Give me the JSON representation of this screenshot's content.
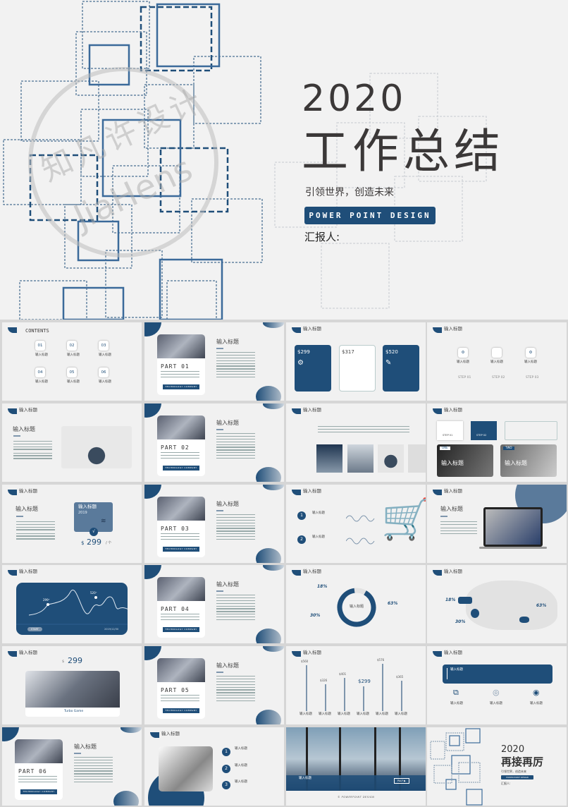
{
  "cover": {
    "year": "2020",
    "title": "工作总结",
    "subtitle": "引领世界，创造未来",
    "badge": "POWER POINT DESIGN",
    "reporter": "汇报人:"
  },
  "watermark": {
    "line1": "知凡许设计",
    "line2": "JiaHens"
  },
  "slide_header": "输入标题",
  "placeholder_title": "输入标题",
  "contents": {
    "title": "CONTENTS",
    "items": [
      "01",
      "02",
      "03",
      "04",
      "05",
      "06"
    ]
  },
  "parts": [
    "PART 01",
    "PART 02",
    "PART 03",
    "PART 04",
    "PART 05",
    "PART 06"
  ],
  "part_button": "TECHNOLOGY COMPANY",
  "pricing": {
    "prices": [
      "$299",
      "$317",
      "$520"
    ]
  },
  "steps": [
    "STEP 01",
    "STEP 02",
    "STEP 03"
  ],
  "step_cards": {
    "labels": [
      "STEP 01",
      "STEP 02"
    ],
    "tags": [
      "ONE",
      "TWO"
    ]
  },
  "price_slide": {
    "card_year": "2019",
    "price": "299",
    "currency": "$",
    "unit": "/ 个",
    "check": "√"
  },
  "numbered": [
    "1",
    "2",
    "3"
  ],
  "line_chart": {
    "labels": [
      "299⁺",
      "520⁺"
    ],
    "start": "START",
    "date": "2019/12/30"
  },
  "donut": {
    "percents": [
      "18%",
      "30%",
      "63%"
    ]
  },
  "map": {
    "percents": [
      "18%",
      "30%",
      "63%"
    ]
  },
  "product": {
    "currency": "$",
    "price": "299",
    "caption": "Turbo Game"
  },
  "chart_data": {
    "type": "bar",
    "categories": [
      "输入标题",
      "输入标题",
      "输入标题",
      "输入标题",
      "输入标题",
      "输入标题"
    ],
    "values": [
      560,
      326,
      401,
      299,
      576,
      365
    ],
    "value_labels": [
      "$560",
      "$326",
      "$401",
      "$299",
      "$576",
      "$365"
    ]
  },
  "photo_slide": {
    "button": "PALY ▶",
    "footer": "© POWERPOINT DESIGN"
  },
  "closing": {
    "year": "2020",
    "title": "再接再厉",
    "badge": "POWER POINT DESIGN"
  },
  "colors": {
    "primary": "#1f4e79",
    "background": "#f1f1f1"
  }
}
